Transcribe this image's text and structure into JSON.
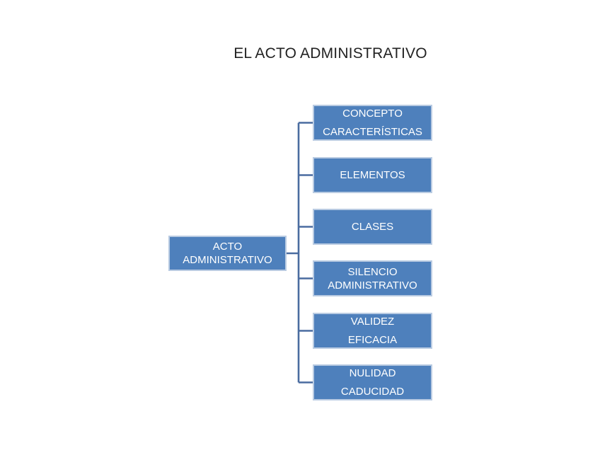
{
  "title": "EL ACTO ADMINISTRATIVO",
  "colors": {
    "box_fill": "#4E80BC",
    "box_border": "#B9CBE2",
    "connector": "#4A6CA0",
    "box_text": "#FFFFFF",
    "title_text": "#222222",
    "background": "#FFFFFF"
  },
  "root": {
    "lines": [
      "ACTO",
      "ADMINISTRATIVO"
    ]
  },
  "children": [
    {
      "lines": [
        "CONCEPTO",
        "CARACTERÍSTICAS"
      ]
    },
    {
      "lines": [
        "ELEMENTOS"
      ]
    },
    {
      "lines": [
        "CLASES"
      ]
    },
    {
      "lines": [
        "SILENCIO",
        "ADMINISTRATIVO"
      ]
    },
    {
      "lines": [
        "VALIDEZ",
        "EFICACIA"
      ]
    },
    {
      "lines": [
        "NULIDAD",
        "CADUCIDAD"
      ]
    }
  ]
}
